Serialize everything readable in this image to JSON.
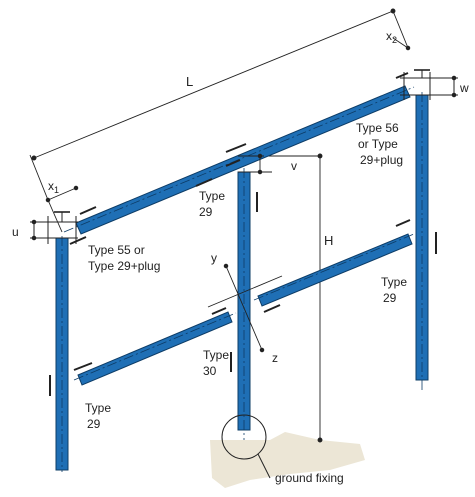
{
  "labels": {
    "L": "L",
    "H": "H",
    "u": "u",
    "v": "v",
    "w": "w",
    "y": "y",
    "z": "z",
    "x1": "x",
    "x1_sub": "1",
    "x2": "x",
    "x2_sub": "2",
    "type55_line1": "Type 55 or",
    "type55_line2": "Type 29+plug",
    "type56_line1": "Type 56",
    "type56_line2": "or Type",
    "type56_line3": "29+plug",
    "type29_top_line1": "Type",
    "type29_top_line2": "29",
    "type29_right_line1": "Type",
    "type29_right_line2": "29",
    "type29_bottom_line1": "Type",
    "type29_bottom_line2": "29",
    "type30_line1": "Type",
    "type30_line2": "30",
    "ground_fixing": "ground fixing"
  },
  "colors": {
    "tube_fill": "#1f6fb5",
    "tube_edge": "#0d3c66",
    "ground": "#ece6d6",
    "line": "#222222"
  }
}
